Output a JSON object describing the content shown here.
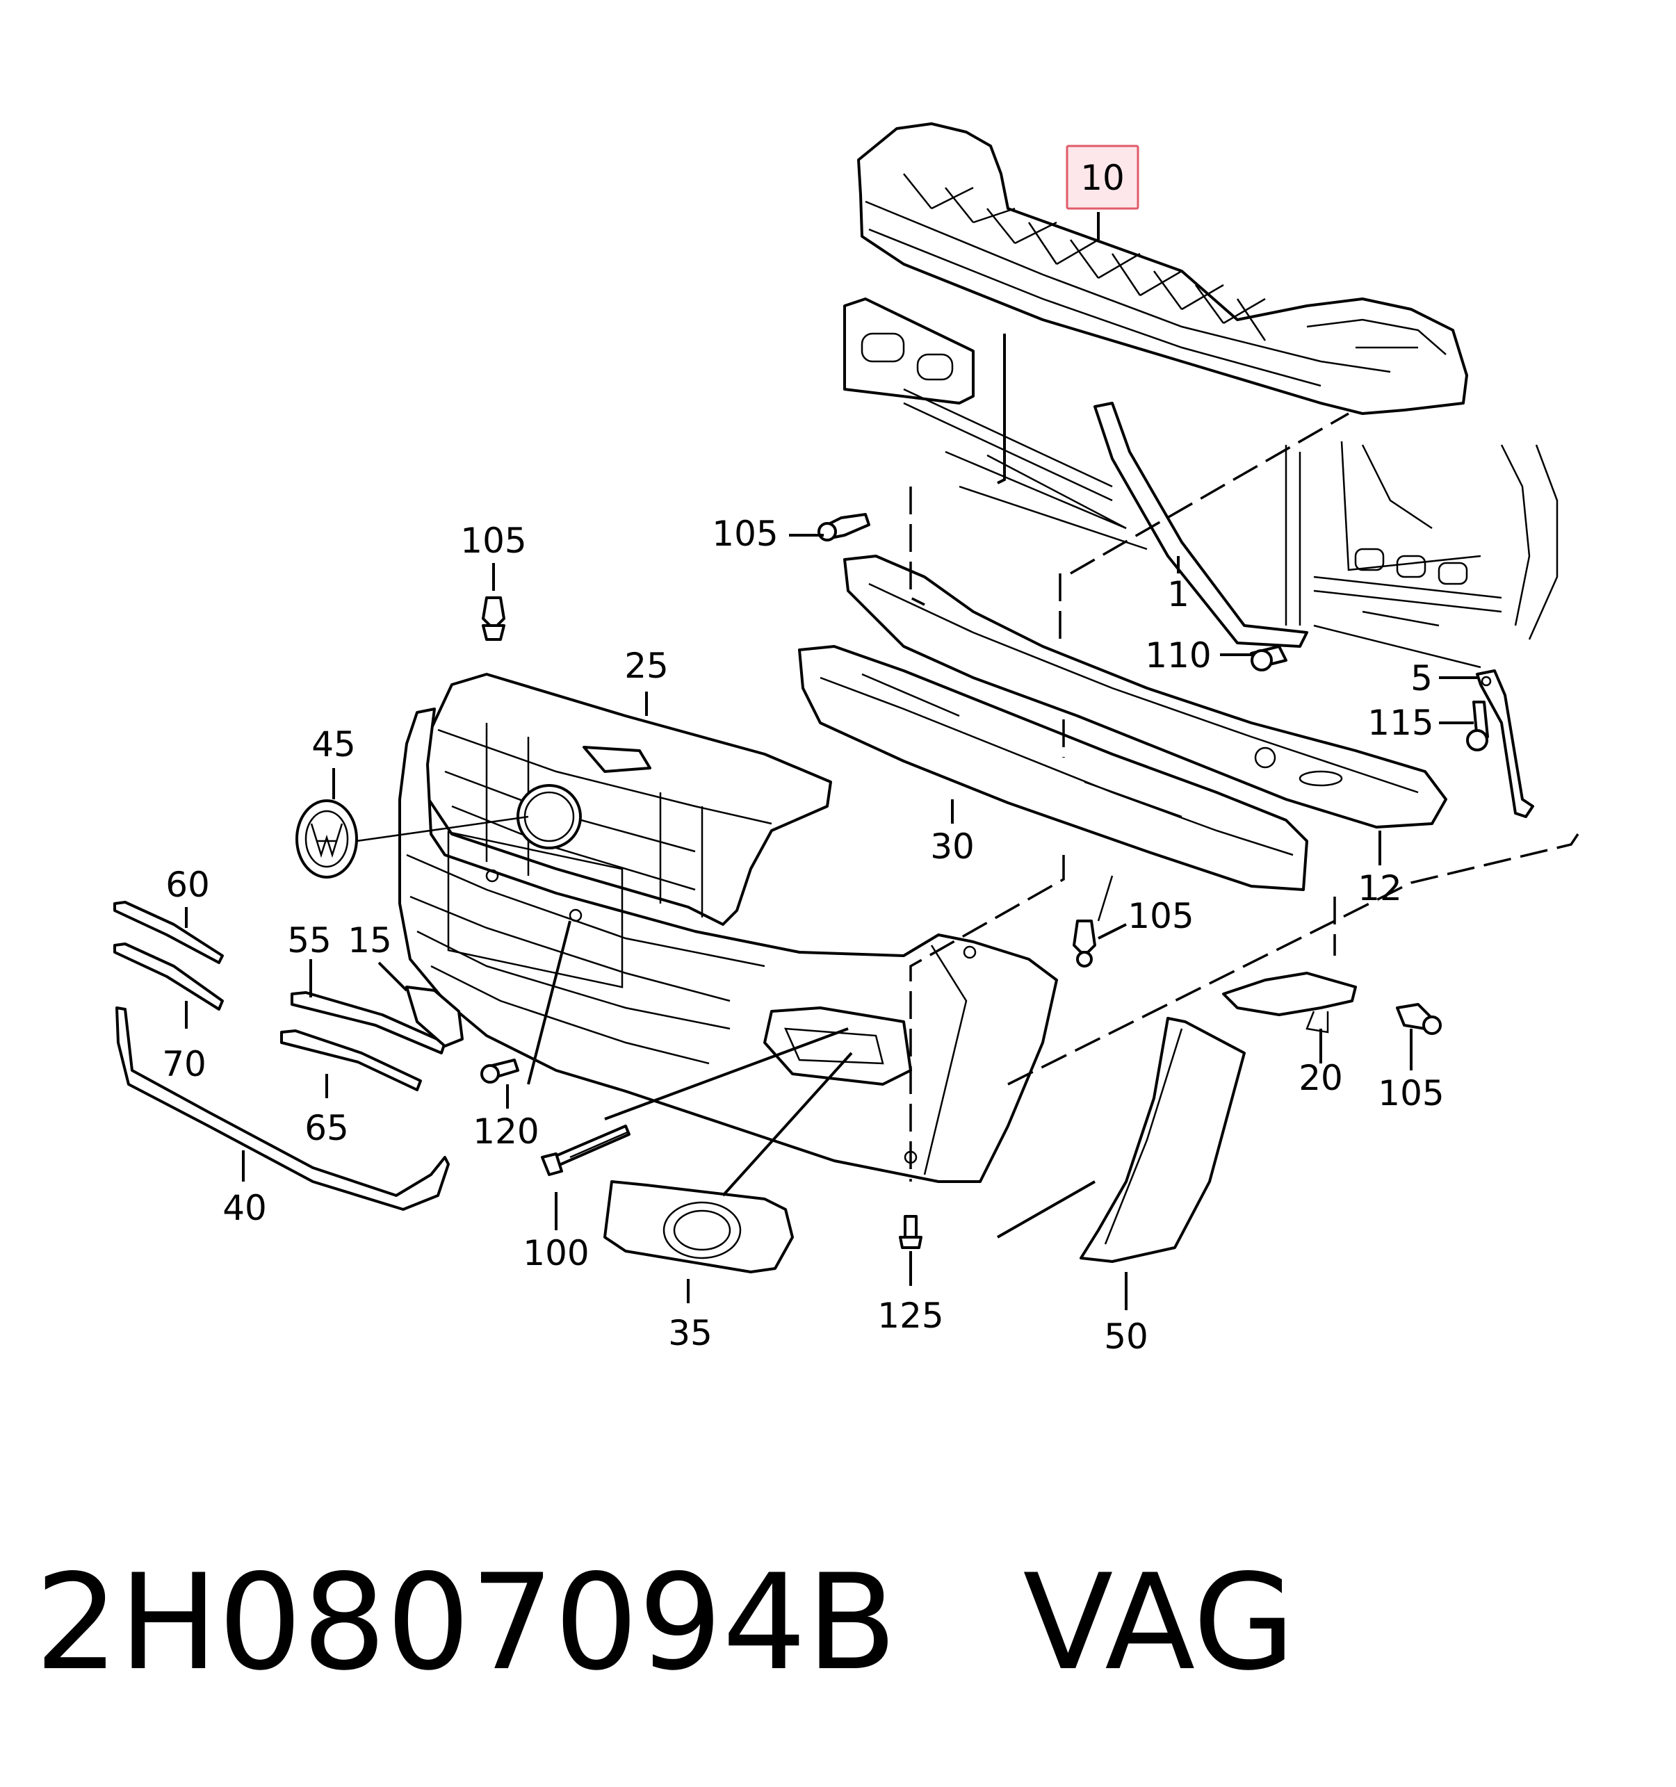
{
  "callouts": [
    {
      "id": "10",
      "label": "10",
      "highlighted": true
    },
    {
      "id": "1",
      "label": "1"
    },
    {
      "id": "105-a",
      "label": "105"
    },
    {
      "id": "105-b",
      "label": "105"
    },
    {
      "id": "105-c",
      "label": "105"
    },
    {
      "id": "105-d",
      "label": "105"
    },
    {
      "id": "110",
      "label": "110"
    },
    {
      "id": "5",
      "label": "5"
    },
    {
      "id": "115",
      "label": "115"
    },
    {
      "id": "12",
      "label": "12"
    },
    {
      "id": "25",
      "label": "25"
    },
    {
      "id": "30",
      "label": "30"
    },
    {
      "id": "45",
      "label": "45"
    },
    {
      "id": "60",
      "label": "60"
    },
    {
      "id": "70",
      "label": "70"
    },
    {
      "id": "55",
      "label": "55"
    },
    {
      "id": "15",
      "label": "15"
    },
    {
      "id": "65",
      "label": "65"
    },
    {
      "id": "40",
      "label": "40"
    },
    {
      "id": "120",
      "label": "120"
    },
    {
      "id": "100",
      "label": "100"
    },
    {
      "id": "35",
      "label": "35"
    },
    {
      "id": "125",
      "label": "125"
    },
    {
      "id": "50",
      "label": "50"
    },
    {
      "id": "20",
      "label": "20"
    }
  ],
  "colors": {
    "highlight_fill": "#fde7ea",
    "highlight_border": "#e05a6a",
    "ink": "#000000"
  },
  "footer": {
    "part_number": "2H0807094B",
    "brand": "VAG",
    "separator": "   "
  }
}
